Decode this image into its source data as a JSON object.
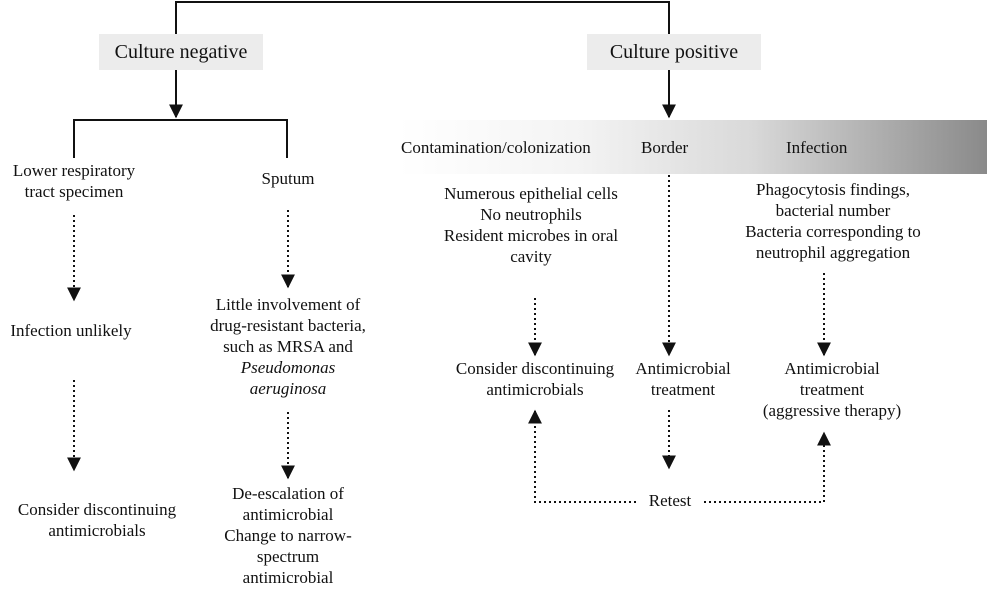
{
  "headers": {
    "negative": "Culture negative",
    "positive": "Culture positive"
  },
  "negative": {
    "lower_resp": [
      "Lower respiratory",
      "tract specimen"
    ],
    "sputum": "Sputum",
    "infection_unlikely": "Infection unlikely",
    "consider_discontinuing": [
      "Consider discontinuing",
      "antimicrobials"
    ],
    "little_involvement": [
      "Little involvement of",
      "drug-resistant bacteria,",
      "such as MRSA and"
    ],
    "pseudomonas": [
      "Pseudomonas",
      "aeruginosa"
    ],
    "deescalation": [
      "De-escalation of",
      "antimicrobial",
      "Change to narrow-",
      "spectrum",
      "antimicrobial"
    ]
  },
  "positive": {
    "band": {
      "contamination": "Contamination/colonization",
      "border": "Border",
      "infection": "Infection"
    },
    "contamination_findings": [
      "Numerous epithelial cells",
      "No neutrophils",
      "Resident microbes in oral",
      "cavity"
    ],
    "infection_findings": [
      "Phagocytosis findings,",
      "bacterial number",
      "Bacteria corresponding to",
      "neutrophil aggregation"
    ],
    "consider_discontinuing": [
      "Consider discontinuing",
      "antimicrobials"
    ],
    "border_treatment": [
      "Antimicrobial",
      "treatment"
    ],
    "infection_treatment": [
      "Antimicrobial",
      "treatment",
      "(aggressive therapy)"
    ],
    "retest": "Retest"
  }
}
